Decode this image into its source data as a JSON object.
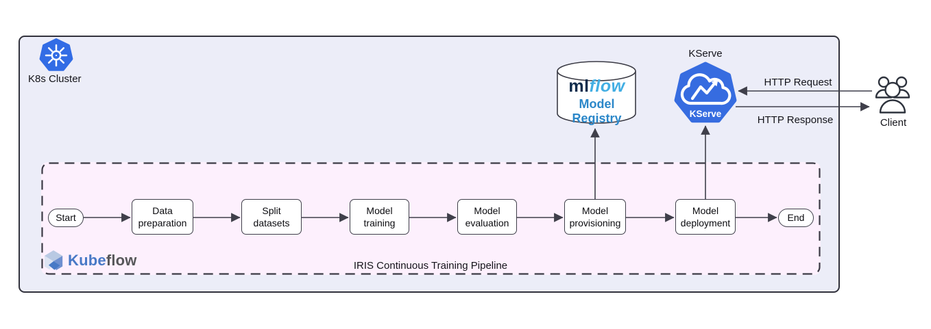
{
  "colors": {
    "cluster_bg": "#ecedf8",
    "cluster_border": "#32323c",
    "pipeline_bg": "#fdf0fd",
    "pipeline_border": "#3a3a44",
    "node_border": "#3f3f4a",
    "arrow": "#3f3f4a",
    "k8s_blue": "#326ce5",
    "kserve_blue": "#366ce0",
    "mlflow_navy": "#0d2b4b",
    "mlflow_blue": "#42aee3",
    "registry_blue": "#2b87c9",
    "kubeflow_blue": "#4879c6",
    "kubeflow_gray": "#57575a"
  },
  "icons": {
    "kubernetes": "kubernetes-wheel-icon",
    "kserve": "kserve-cloud-arrow-icon",
    "kubeflow": "kubeflow-cube-icon",
    "client": "people-group-icon",
    "registry": "database-cylinder-icon"
  },
  "cluster": {
    "label": "K8s Cluster"
  },
  "pipeline": {
    "caption": "IRIS Continuous Training Pipeline",
    "kubeflow_word_blue": "Kube",
    "kubeflow_word_gray": "flow",
    "nodes": [
      {
        "label": "Start"
      },
      {
        "label": "Data preparation"
      },
      {
        "label": "Split datasets"
      },
      {
        "label": "Model training"
      },
      {
        "label": "Model evaluation"
      },
      {
        "label": "Model provisioning"
      },
      {
        "label": "Model deployment"
      },
      {
        "label": "End"
      }
    ]
  },
  "registry": {
    "logo_ml": "ml",
    "logo_flow": "flow",
    "label": "Model Registry"
  },
  "kserve": {
    "caption": "KServe",
    "badge": "KServe"
  },
  "client": {
    "label": "Client",
    "request_label": "HTTP Request",
    "response_label": "HTTP Response"
  }
}
